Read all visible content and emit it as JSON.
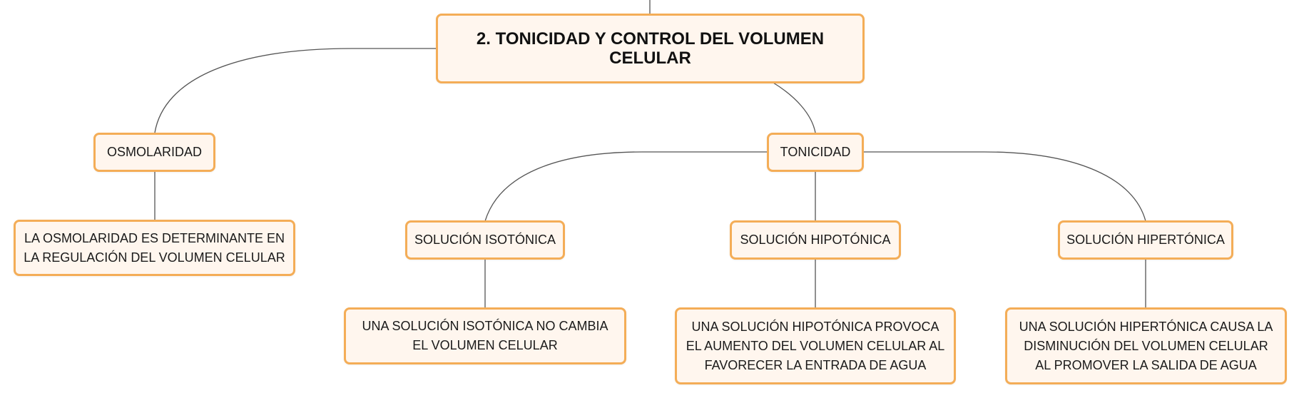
{
  "theme": {
    "node_fill": "#fff6ee",
    "node_border": "#f4ad57",
    "connector": "#555555",
    "text": "#1a1a1a"
  },
  "root": {
    "label": "2. TONICIDAD Y CONTROL DEL VOLUMEN CELULAR"
  },
  "osmolaridad": {
    "label": "OSMOLARIDAD",
    "detail": "LA OSMOLARIDAD ES DETERMINANTE EN LA REGULACIÓN DEL VOLUMEN CELULAR"
  },
  "tonicidad": {
    "label": "TONICIDAD",
    "isotonica": {
      "label": "SOLUCIÓN ISOTÓNICA",
      "detail": "UNA SOLUCIÓN ISOTÓNICA NO CAMBIA EL VOLUMEN CELULAR"
    },
    "hipotonica": {
      "label": "SOLUCIÓN HIPOTÓNICA",
      "detail": "UNA SOLUCIÓN HIPOTÓNICA PROVOCA EL AUMENTO DEL VOLUMEN CELULAR AL FAVORECER LA ENTRADA DE AGUA"
    },
    "hipertonica": {
      "label": "SOLUCIÓN HIPERTÓNICA",
      "detail": "UNA SOLUCIÓN HIPERTÓNICA CAUSA LA DISMINUCIÓN DEL VOLUMEN CELULAR AL PROMOVER LA SALIDA DE AGUA"
    }
  }
}
